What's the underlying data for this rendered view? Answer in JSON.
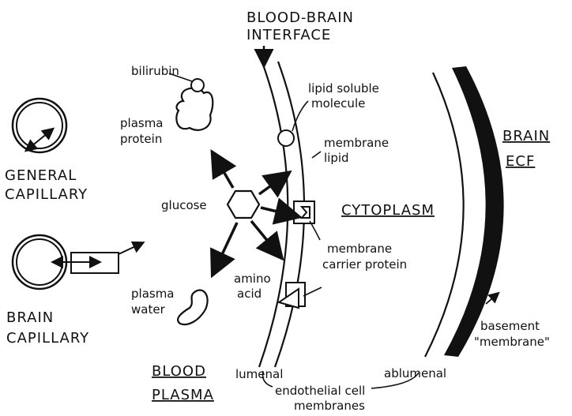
{
  "labels": {
    "blood_brain_interface": [
      "BLOOD-BRAIN",
      "INTERFACE"
    ],
    "bilirubin": "bilirubin",
    "plasma_protein": [
      "plasma",
      "protein"
    ],
    "lipid_soluble_molecule": [
      "lipid soluble",
      "molecule"
    ],
    "general_capillary": [
      "GENERAL",
      "CAPILLARY"
    ],
    "membrane_lipid": [
      "membrane",
      "lipid"
    ],
    "brain_ecf": [
      "BRAIN",
      "ECF"
    ],
    "glucose": "glucose",
    "cytoplasm": "CYTOPLASM",
    "membrane_carrier_protein": [
      "membrane",
      "carrier protein"
    ],
    "brain_capillary": [
      "BRAIN",
      "CAPILLARY"
    ],
    "amino_acid": [
      "amino",
      "acid"
    ],
    "plasma_water": [
      "plasma",
      "water"
    ],
    "basement_membrane": [
      "basement",
      "\"membrane\""
    ],
    "blood_plasma": [
      "BLOOD",
      "PLASMA"
    ],
    "lumenal": "lumenal",
    "ablumenal": "ablumenal",
    "endothelial_cell_membranes": [
      "endothelial cell",
      "membranes"
    ]
  },
  "colors": {
    "ink": "#111111",
    "background": "#ffffff"
  }
}
